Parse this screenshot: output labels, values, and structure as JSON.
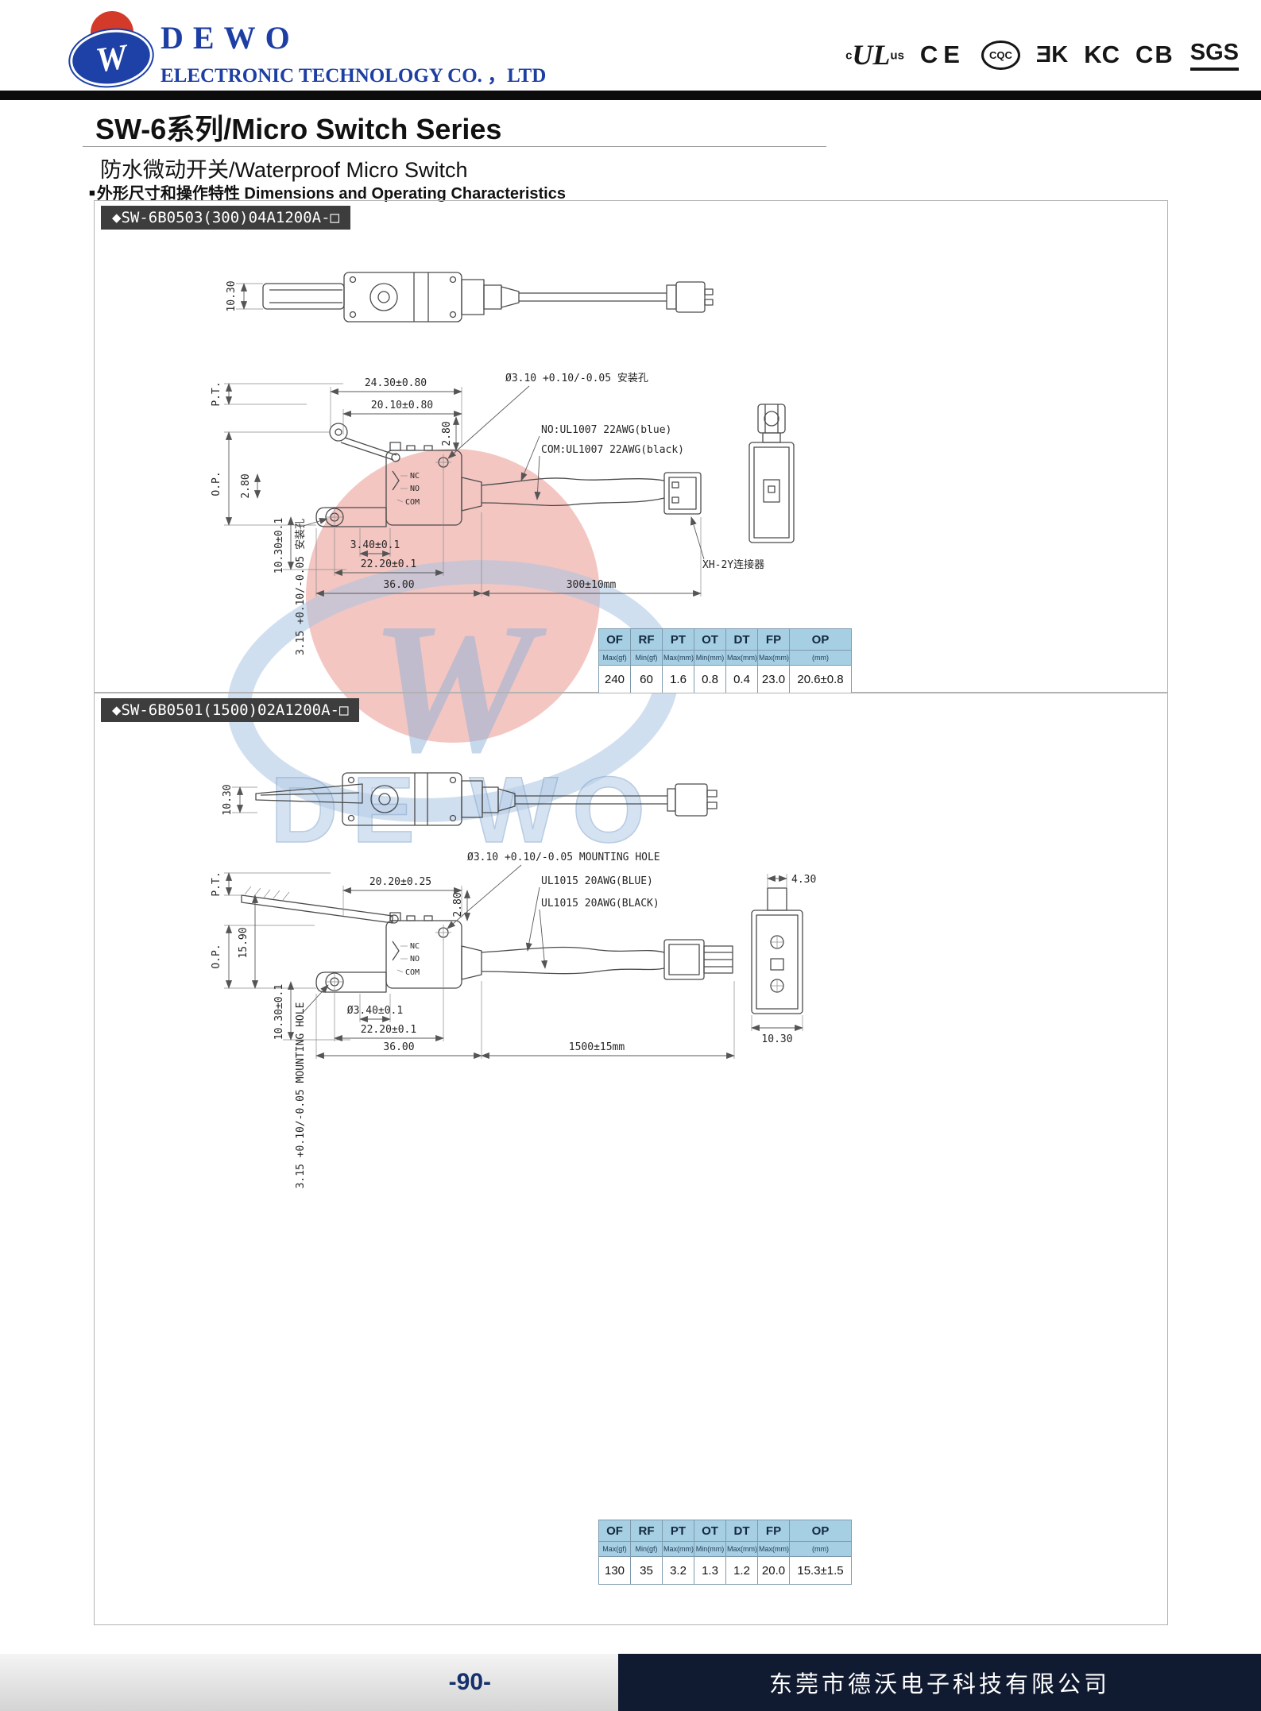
{
  "header": {
    "logo_letter": "W",
    "company_name": "DEWO",
    "company_subtitle": "ELECTRONIC TECHNOLOGY CO. ，LTD",
    "certs": {
      "ul_prefix": "c",
      "ul": "UL",
      "ul_suffix": "us",
      "ce": "CE",
      "cqc": "CQC",
      "ek": "ƎK",
      "kc": "KC",
      "cb": "CB",
      "sgs": "SGS"
    }
  },
  "page": {
    "title": "SW-6系列/Micro Switch Series",
    "subtitle": "防水微动开关/Waterproof Micro Switch",
    "bullet": "■",
    "section_heading": "外形尺寸和操作特性 Dimensions and Operating Characteristics"
  },
  "watermark": {
    "big_letter": "W",
    "text": "DE WO"
  },
  "model1": {
    "title": "◆SW-6B0503(300)04A1200A-□",
    "labels": {
      "tv_height": "10.30",
      "dim_24_30": "24.30±0.80",
      "dim_20_10": "20.10±0.80",
      "dim_2_80_top": "2.80",
      "hole": "Ø3.10 +0.10/-0.05 安装孔",
      "wire_no": "NO:UL1007 22AWG(blue)",
      "wire_com": "COM:UL1007 22AWG(black)",
      "pt": "P.T.",
      "op": "O.P.",
      "dim_2_80_left": "2.80",
      "dim_10_30_left": "10.30±0.1",
      "hole_side": "3.15 +0.10/-0.05 安装孔",
      "nc": "NC",
      "no": "NO",
      "com": "COM",
      "dim_3_40": "3.40±0.1",
      "dim_22_20": "22.20±0.1",
      "dim_36": "36.00",
      "dim_cable": "300±10mm",
      "connector": "XH-2Y连接器"
    },
    "table": {
      "headers": [
        "OF",
        "RF",
        "PT",
        "OT",
        "DT",
        "FP",
        "OP"
      ],
      "subheaders": [
        "Max(gf)",
        "Min(gf)",
        "Max(mm)",
        "Min(mm)",
        "Max(mm)",
        "Max(mm)",
        "(mm)"
      ],
      "values": [
        "240",
        "60",
        "1.6",
        "0.8",
        "0.4",
        "23.0",
        "20.6±0.8"
      ]
    }
  },
  "model2": {
    "title": "◆SW-6B0501(1500)02A1200A-□",
    "labels": {
      "tv_height": "10.30",
      "hole": "Ø3.10 +0.10/-0.05 MOUNTING HOLE",
      "dim_20_20": "20.20±0.25",
      "dim_2_80_top": "2.80",
      "wire_blue": "UL1015 20AWG(BLUE)",
      "wire_black": "UL1015 20AWG(BLACK)",
      "pt": "P.T.",
      "op": "O.P.",
      "dim_15_90": "15.90",
      "dim_10_30_left": "10.30±0.1",
      "hole_side": "3.15 +0.10/-0.05 MOUNTING HOLE",
      "nc": "NC",
      "no": "NO",
      "com": "COM",
      "dim_3_40": "Ø3.40±0.1",
      "dim_22_20": "22.20±0.1",
      "dim_36": "36.00",
      "dim_cable": "1500±15mm",
      "ev_4_30": "4.30",
      "ev_10_30": "10.30"
    },
    "table": {
      "headers": [
        "OF",
        "RF",
        "PT",
        "OT",
        "DT",
        "FP",
        "OP"
      ],
      "subheaders": [
        "Max(gf)",
        "Min(gf)",
        "Max(mm)",
        "Min(mm)",
        "Max(mm)",
        "Max(mm)",
        "(mm)"
      ],
      "values": [
        "130",
        "35",
        "3.2",
        "1.3",
        "1.2",
        "20.0",
        "15.3±1.5"
      ]
    }
  },
  "footer": {
    "page_number": "-90-",
    "company_cn": "东莞市德沃电子科技有限公司"
  },
  "colors": {
    "brand_blue": "#1d3fa3",
    "logo_red": "#d43a2a",
    "table_header_bg": "#a6cfe3",
    "section_bar_dark": "#3d3d3d",
    "footer_dark": "#101a30"
  }
}
